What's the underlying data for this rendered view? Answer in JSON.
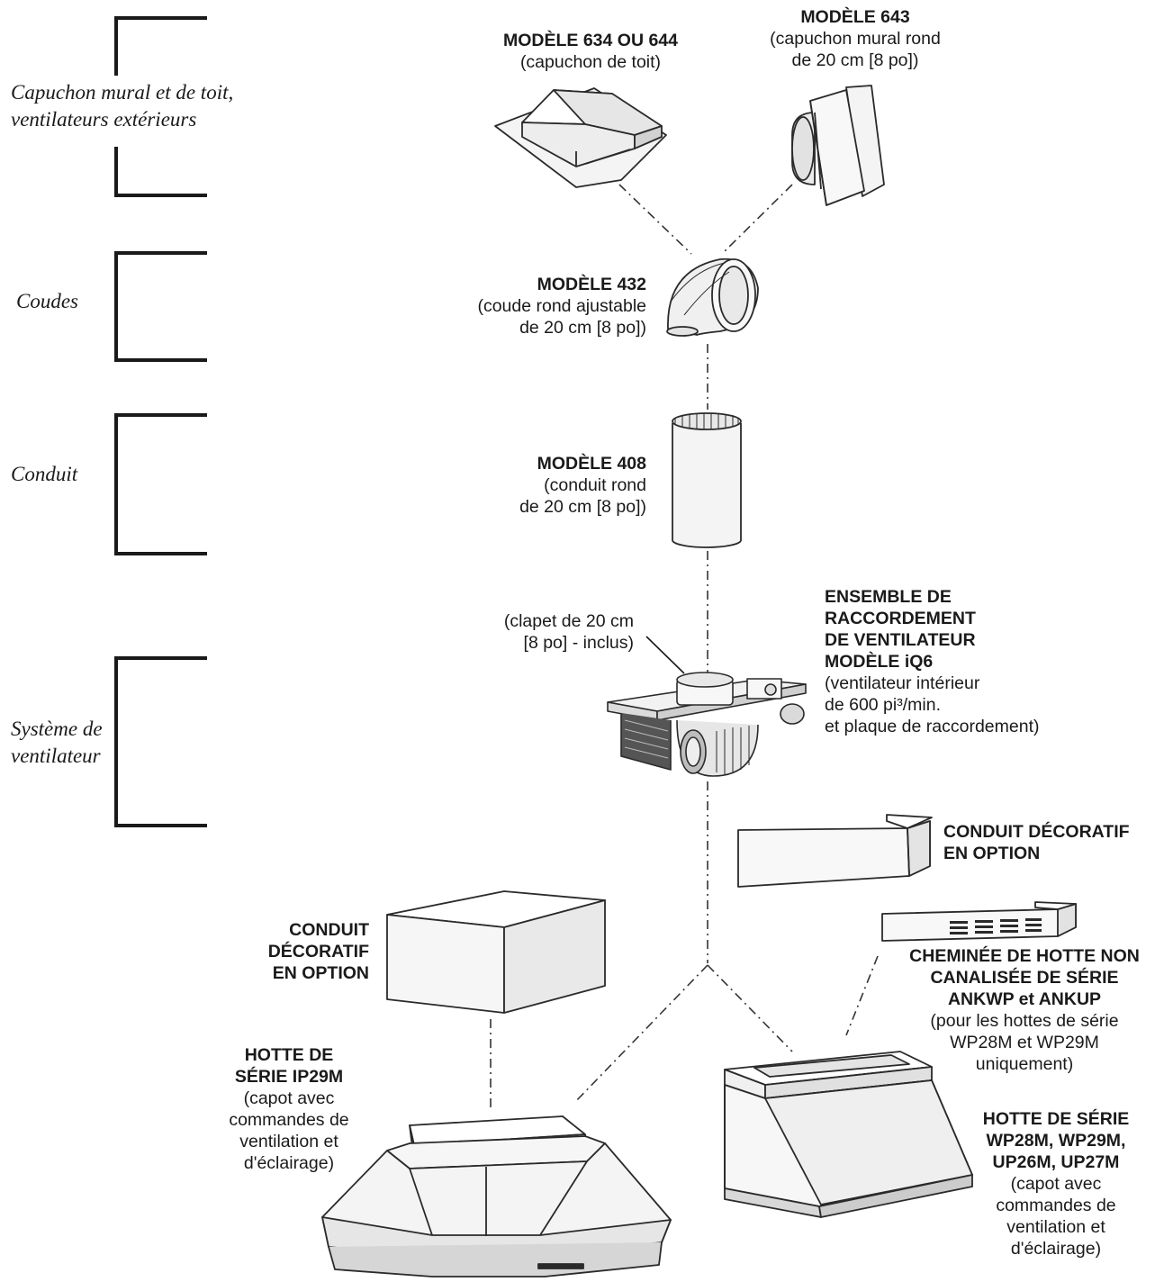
{
  "categories": {
    "caps_line1": "Capuchon mural et de toit,",
    "caps_line2": "ventilateurs extérieurs",
    "elbows": "Coudes",
    "duct": "Conduit",
    "blower_line1": "Système de",
    "blower_line2": "ventilateur"
  },
  "parts": {
    "roof_cap": {
      "title": "MODÈLE 634 OU 644",
      "desc": "(capuchon de toit)"
    },
    "wall_cap": {
      "title": "MODÈLE 643",
      "desc1": "(capuchon mural rond",
      "desc2": "de 20 cm [8 po])"
    },
    "elbow": {
      "title": "MODÈLE 432",
      "desc1": "(coude rond ajustable",
      "desc2": "de 20 cm [8 po])"
    },
    "round_duct": {
      "title": "MODÈLE 408",
      "desc1": "(conduit rond",
      "desc2": "de 20 cm [8 po])"
    },
    "damper": {
      "line1": "(clapet de 20 cm",
      "line2": "[8 po] - inclus)"
    },
    "blower": {
      "title1": "ENSEMBLE DE",
      "title2": "RACCORDEMENT",
      "title3": "DE VENTILATEUR",
      "title4": "MODÈLE iQ6",
      "desc1": "(ventilateur intérieur",
      "desc2": "de 600 pi³/min.",
      "desc3": "et plaque de raccordement)"
    },
    "deco_duct_right": {
      "title1": "CONDUIT DÉCORATIF",
      "title2": "EN OPTION"
    },
    "deco_duct_left": {
      "title1": "CONDUIT",
      "title2": "DÉCORATIF",
      "title3": "EN OPTION"
    },
    "chimney": {
      "title1": "CHEMINÉE DE HOTTE NON",
      "title2": "CANALISÉE DE SÉRIE",
      "title3": "ANKWP et ANKUP",
      "desc1": "(pour les hottes de série",
      "desc2": "WP28M et WP29M",
      "desc3": "uniquement)"
    },
    "island_hood": {
      "title1": "HOTTE DE",
      "title2": "SÉRIE IP29M",
      "desc1": "(capot avec",
      "desc2": "commandes de",
      "desc3": "ventilation et",
      "desc4": "d'éclairage)"
    },
    "wall_hood": {
      "title1": "HOTTE DE SÉRIE",
      "title2": "WP28M, WP29M,",
      "title3": "UP26M, UP27M",
      "desc1": "(capot avec",
      "desc2": "commandes de",
      "desc3": "ventilation et",
      "desc4": "d'éclairage)"
    }
  },
  "colors": {
    "ink": "#1a1a1a",
    "outline": "#2a2a2a",
    "fill": "#f2f2f2",
    "shade": "#c9c9c9"
  }
}
